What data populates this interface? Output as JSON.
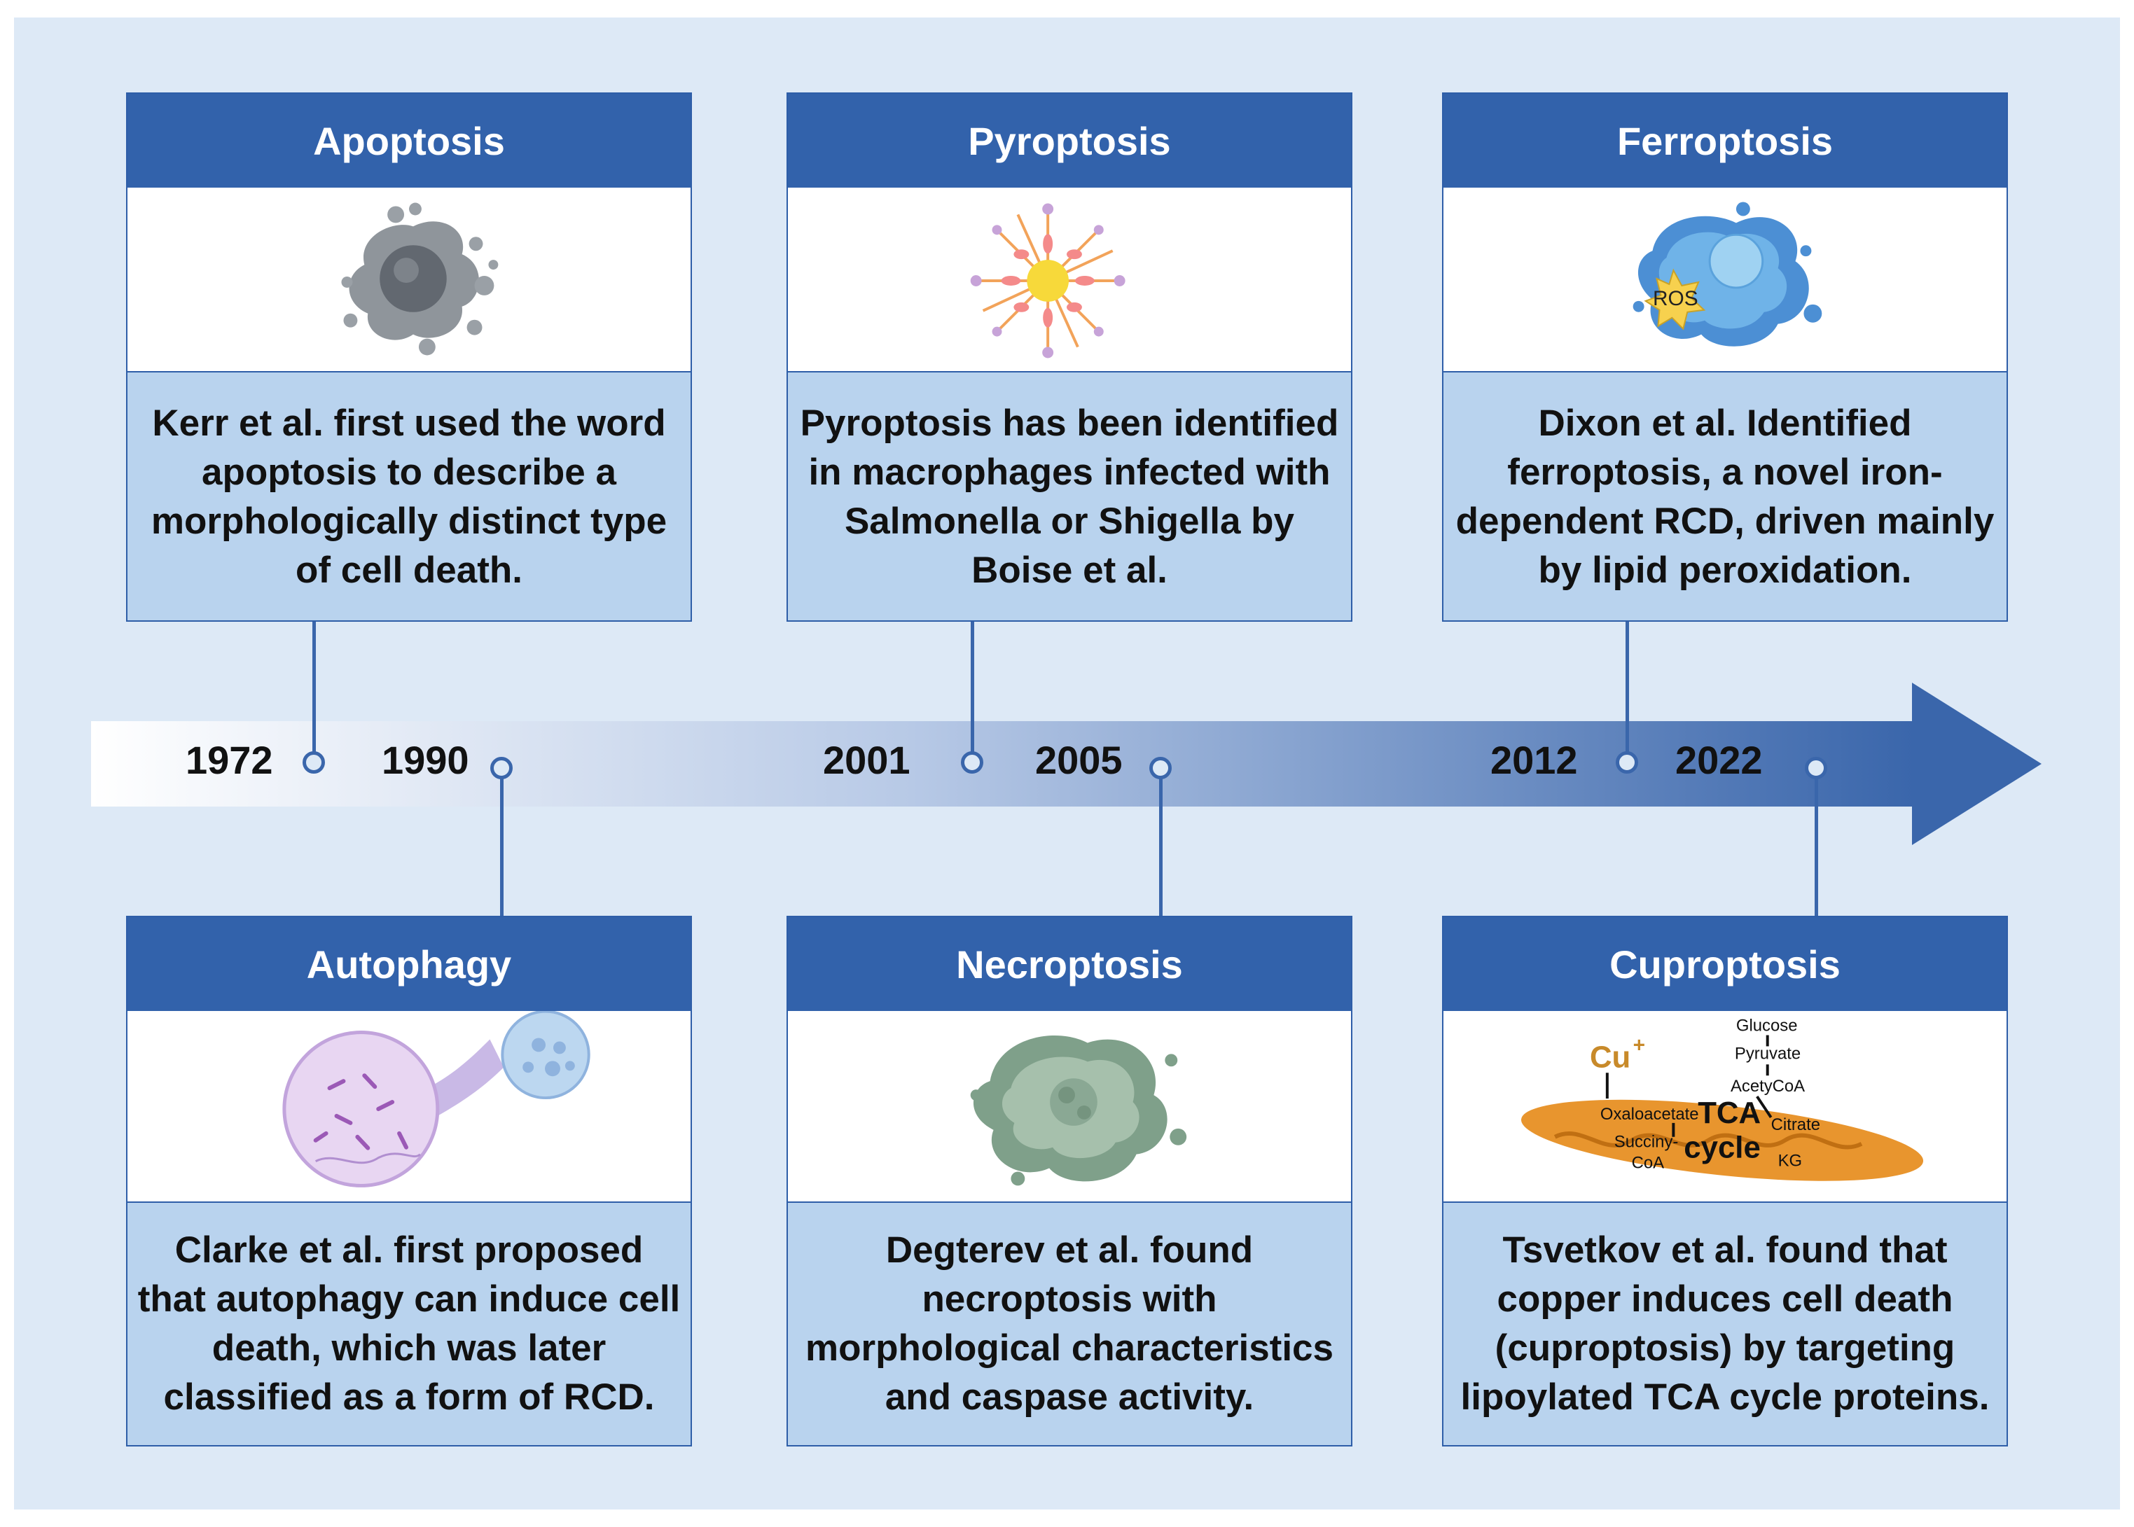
{
  "cards": [
    {
      "title": "Apoptosis",
      "text": "Kerr et al. first used the word apoptosis to describe a morphologically distinct type of cell death.",
      "icon": "apoptotic-cell-icon"
    },
    {
      "title": "Pyroptosis",
      "text": "Pyroptosis has been identified in macrophages infected with Salmonella or Shigella by Boise et al.",
      "icon": "pyroptotic-cell-icon"
    },
    {
      "title": "Ferroptosis",
      "text": "Dixon et al. Identified ferroptosis, a novel iron-dependent RCD, driven mainly by lipid peroxidation.",
      "icon": "ferroptotic-cell-icon",
      "icon_label": "ROS"
    },
    {
      "title": "Autophagy",
      "text": "Clarke et al. first proposed that autophagy can induce cell death, which was later classified as a form of RCD.",
      "icon": "autophagy-cell-icon"
    },
    {
      "title": "Necroptosis",
      "text": "Degterev et al. found necroptosis with morphological characteristics and caspase activity.",
      "icon": "necroptotic-cell-icon"
    },
    {
      "title": "Cuproptosis",
      "text": "Tsvetkov et al. found that copper induces cell death (cuproptosis) by targeting lipoylated TCA cycle proteins.",
      "icon": "mitochondrion-tca-icon",
      "diagram": {
        "ion": "Cu",
        "ion_charge": "+",
        "glucose": "Glucose",
        "pyruvate": "Pyruvate",
        "acetylcoa": "AcetyCoA",
        "oxaloacetate": "Oxaloacetate",
        "citrate": "Citrate",
        "succinyl": "Succiny-",
        "coa": "CoA",
        "kg": "KG",
        "tca": "TCA",
        "cycle": "cycle"
      }
    }
  ],
  "years": [
    "1972",
    "1990",
    "2001",
    "2005",
    "2012",
    "2022"
  ],
  "colors": {
    "header": "#3262ab",
    "card_body": "#b9d3ee",
    "background": "#dde9f6",
    "arrow": "#3a66ab"
  }
}
